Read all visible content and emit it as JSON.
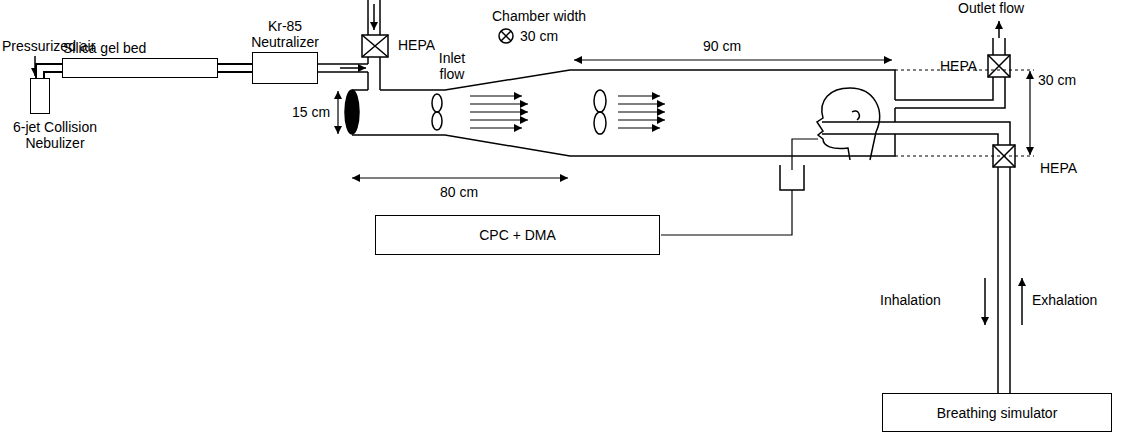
{
  "diagram": {
    "nodes": [
      {
        "text": [
          "6-jet Collision Nebulizer"
        ]
      },
      {
        "text": [
          "Silica gel bed"
        ]
      },
      {
        "text": [
          "Kr-85 Neutralizer"
        ]
      },
      {
        "text": [
          "CPC + DMA"
        ]
      },
      {
        "text": [
          "Breathing simulator"
        ]
      }
    ],
    "edges": [
      {
        "from": 0,
        "to": 1,
        "arrow": "none"
      },
      {
        "from": 1,
        "to": 2,
        "arrow": "none"
      }
    ],
    "labels": [
      "Pressurized air",
      "HEPA",
      "Inlet flow",
      "Chamber width",
      "30 cm",
      "90 cm",
      "Outlet flow",
      "HEPA",
      "30 cm",
      "15 cm",
      "80 cm",
      "HEPA",
      "Inhalation",
      "Exhalation"
    ]
  }
}
